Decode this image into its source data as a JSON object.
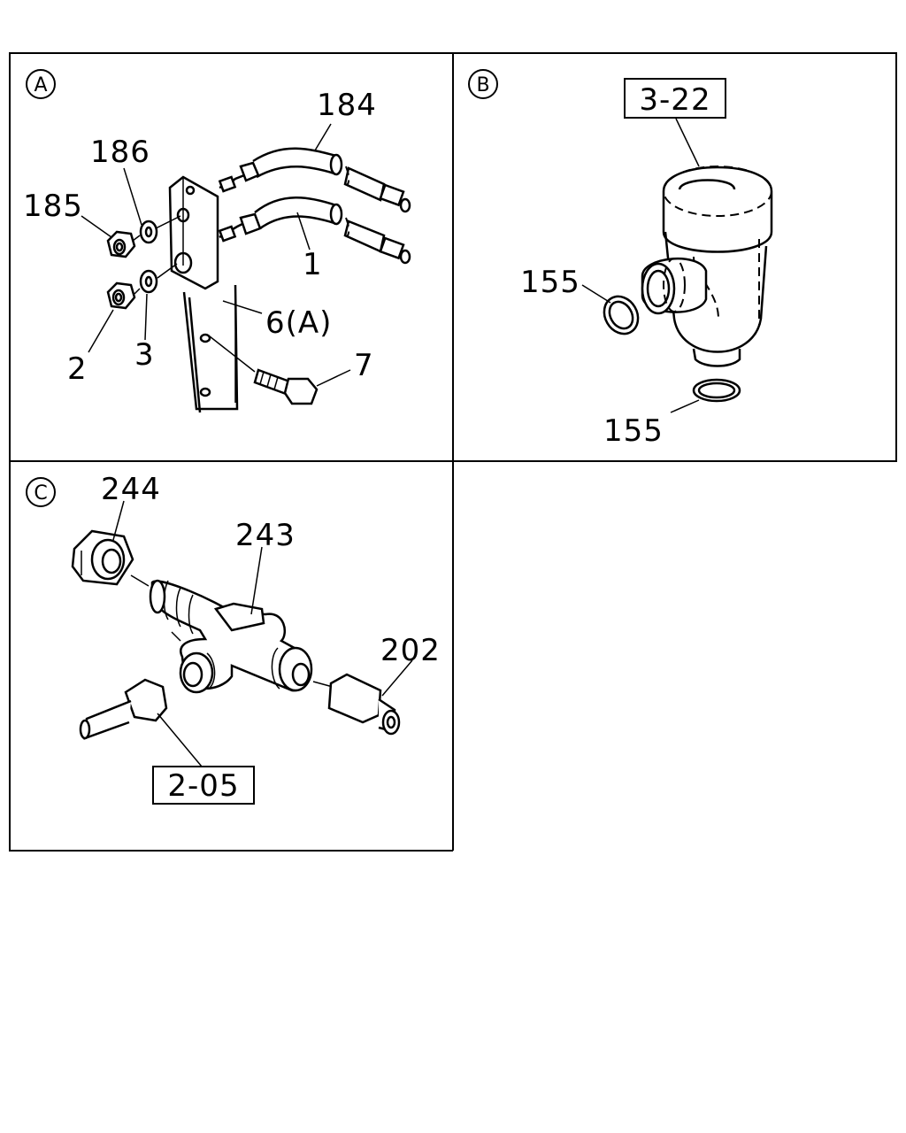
{
  "panels": [
    {
      "id": "A",
      "marker": "A",
      "labels": {
        "l184": "184",
        "l186": "186",
        "l185": "185",
        "l1": "1",
        "l6": "6(A)",
        "l2": "2",
        "l3": "3",
        "l7": "7"
      }
    },
    {
      "id": "B",
      "marker": "B",
      "labels": {
        "ref": "3-22",
        "l155a": "155",
        "l155b": "155"
      }
    },
    {
      "id": "C",
      "marker": "C",
      "labels": {
        "l244": "244",
        "l243": "243",
        "l202": "202",
        "ref": "2-05"
      }
    }
  ]
}
